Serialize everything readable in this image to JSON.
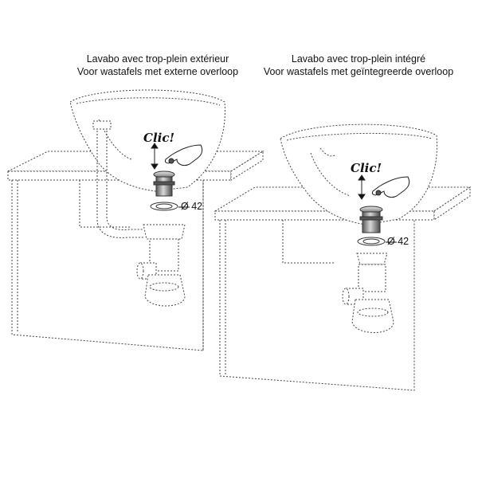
{
  "left": {
    "caption_fr": "Lavabo avec trop-plein extérieur",
    "caption_nl": "Voor wastafels met externe overloop",
    "clic_label": "Clic!",
    "diameter_label": "Ø 42"
  },
  "right": {
    "caption_fr": "Lavabo avec trop-plein intégré",
    "caption_nl": "Voor wastafels met geïntegreerde overloop",
    "clic_label": "Clic!",
    "diameter_label": "Ø 42"
  },
  "colors": {
    "line": "#333333",
    "dotted": "#444444",
    "drain_metal": "#8a8a8a",
    "drain_dark": "#2a2a2a"
  }
}
